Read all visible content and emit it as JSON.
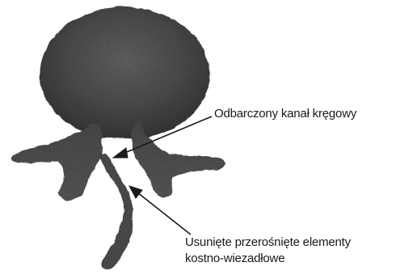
{
  "annotations": [
    {
      "id": "decompressed-canal",
      "text": "Odbarczony kanał kręgowy"
    },
    {
      "id": "removed-overgrowth",
      "lines": [
        "Usunięte przerośnięte elementy",
        "kostno-wiezadłowe"
      ]
    }
  ],
  "colors": {
    "pencil_dark": "#3a3a3a",
    "pencil_mid": "#5a5a5a",
    "pencil_light": "#7a7a7a",
    "arrow": "#1a1a1a",
    "text": "#1a1a1a",
    "background": "#ffffff"
  }
}
